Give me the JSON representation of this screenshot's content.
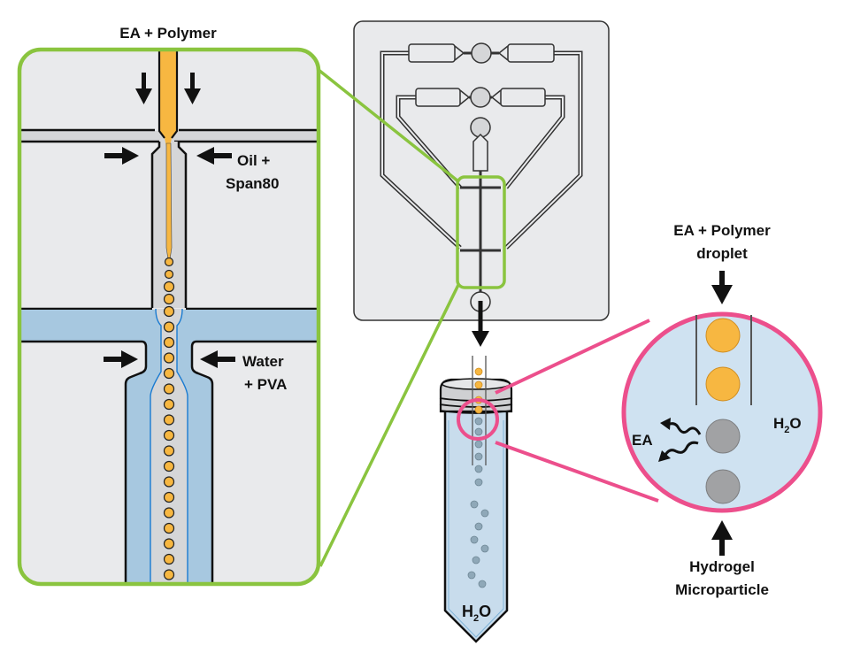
{
  "labels": {
    "ea_polymer_inlet": "EA + Polymer",
    "oil_line1": "Oil +",
    "oil_line2": "Span80",
    "water_line1": "Water",
    "water_line2": "+ PVA",
    "droplet_line1": "EA + Polymer",
    "droplet_line2": "droplet",
    "h2o_circle_H": "H",
    "h2o_circle_sub": "2",
    "h2o_circle_O": "O",
    "ea_diffuse": "EA",
    "hydrogel_line1": "Hydrogel",
    "hydrogel_line2": "Microparticle",
    "tube_H": "H",
    "tube_sub": "2",
    "tube_O": "O"
  },
  "colors": {
    "zoom_green": "#8ac43f",
    "zoom_pink": "#ec4f8c",
    "polymer_orange": "#f7b741",
    "water_blue": "#a7c8e0",
    "panel_gray": "#e9eaec",
    "channel_gray": "#d5d6d8",
    "hydrogel_gray": "#9a9b9d",
    "ink": "#111111"
  }
}
